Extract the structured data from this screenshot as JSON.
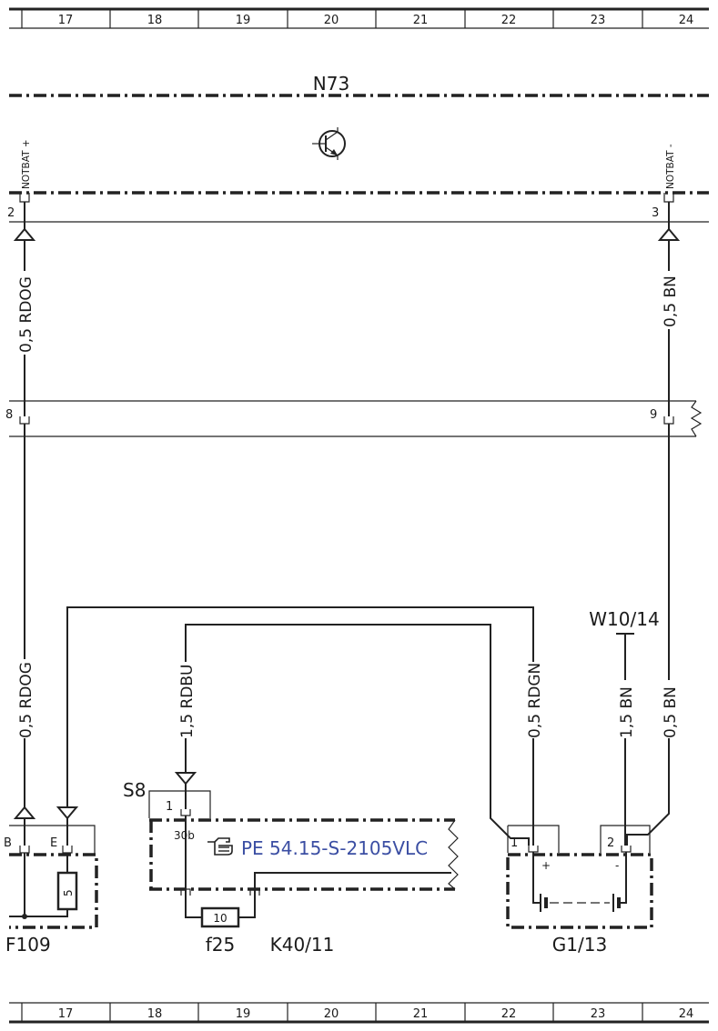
{
  "ruler": {
    "columns": [
      "17",
      "18",
      "19",
      "20",
      "21",
      "22",
      "23",
      "24"
    ]
  },
  "components": {
    "n73": "N73",
    "w10_14": "W10/14",
    "s8": "S8",
    "f109": "F109",
    "f25": "f25",
    "k40_11": "K40/11",
    "g1_13": "G1/13"
  },
  "n73_pins": {
    "notbat_plus": "NOTBAT +",
    "notbat_minus": "NOTBAT -"
  },
  "connector_pins": {
    "p2": "2",
    "p3": "3",
    "p8": "8",
    "p9": "9",
    "f109_b": "B",
    "f109_e": "E",
    "f109_fuse": "5",
    "s8_1": "1",
    "terminal_30b": "30b",
    "f25_fuse": "10",
    "g1_1": "1",
    "g1_2": "2",
    "g1_plus": "+",
    "g1_minus": "-"
  },
  "wires": {
    "w1": "0,5 RDOG",
    "w2": "0,5 BN",
    "w3": "0,5 RDOG",
    "w4": "1,5 RDBU",
    "w5": "0,5 RDGN",
    "w6": "1,5 BN",
    "w7": "0,5 BN"
  },
  "reference": {
    "link": "PE 54.15-S-2105VLC"
  },
  "colors": {
    "line": "#222222",
    "link": "#3b4ea3"
  }
}
